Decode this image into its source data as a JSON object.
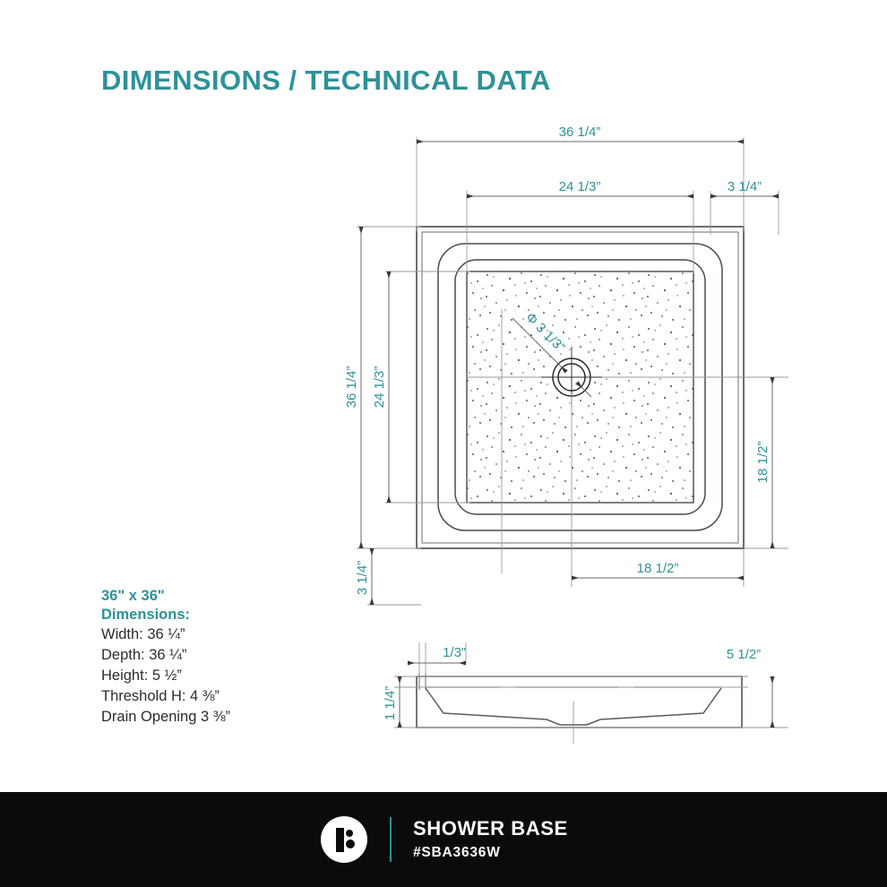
{
  "page": {
    "title": "DIMENSIONS / TECHNICAL DATA",
    "background_color": "#ffffff",
    "accent_color": "#2d9298",
    "line_color": "#555555",
    "footer_bg": "#0b0b0b"
  },
  "specs": {
    "size_label": "36\" x 36\"",
    "heading": "Dimensions:",
    "lines": [
      "Width: 36 ¼”",
      "Depth: 36 ¼”",
      "Height: 5 ½”",
      "Threshold H: 4 ⅜”",
      "Drain Opening 3 ⅜”"
    ]
  },
  "drawing": {
    "plan_view": {
      "name": "top-plan-view",
      "dimensions": {
        "top_overall": "36 1/4”",
        "top_inner": "24 1/3”",
        "top_offset_right": "3 1/4”",
        "left_overall": "36 1/4”",
        "left_inner": "24 1/3”",
        "left_offset_bottom": "3 1/4”",
        "right_drain_offset": "18 1/2”",
        "bottom_drain_offset": "18 1/2”",
        "drain_diameter": "Φ 3 1/3”"
      }
    },
    "section_view": {
      "name": "side-section-view",
      "dimensions": {
        "lip_width": "1/3”",
        "overall_height": "5 1/2”",
        "interior_depth": "1 1/4”"
      }
    }
  },
  "footer": {
    "product_name": "SHOWER BASE",
    "sku": "#SBA3636W",
    "logo_name": "brand-logo"
  }
}
